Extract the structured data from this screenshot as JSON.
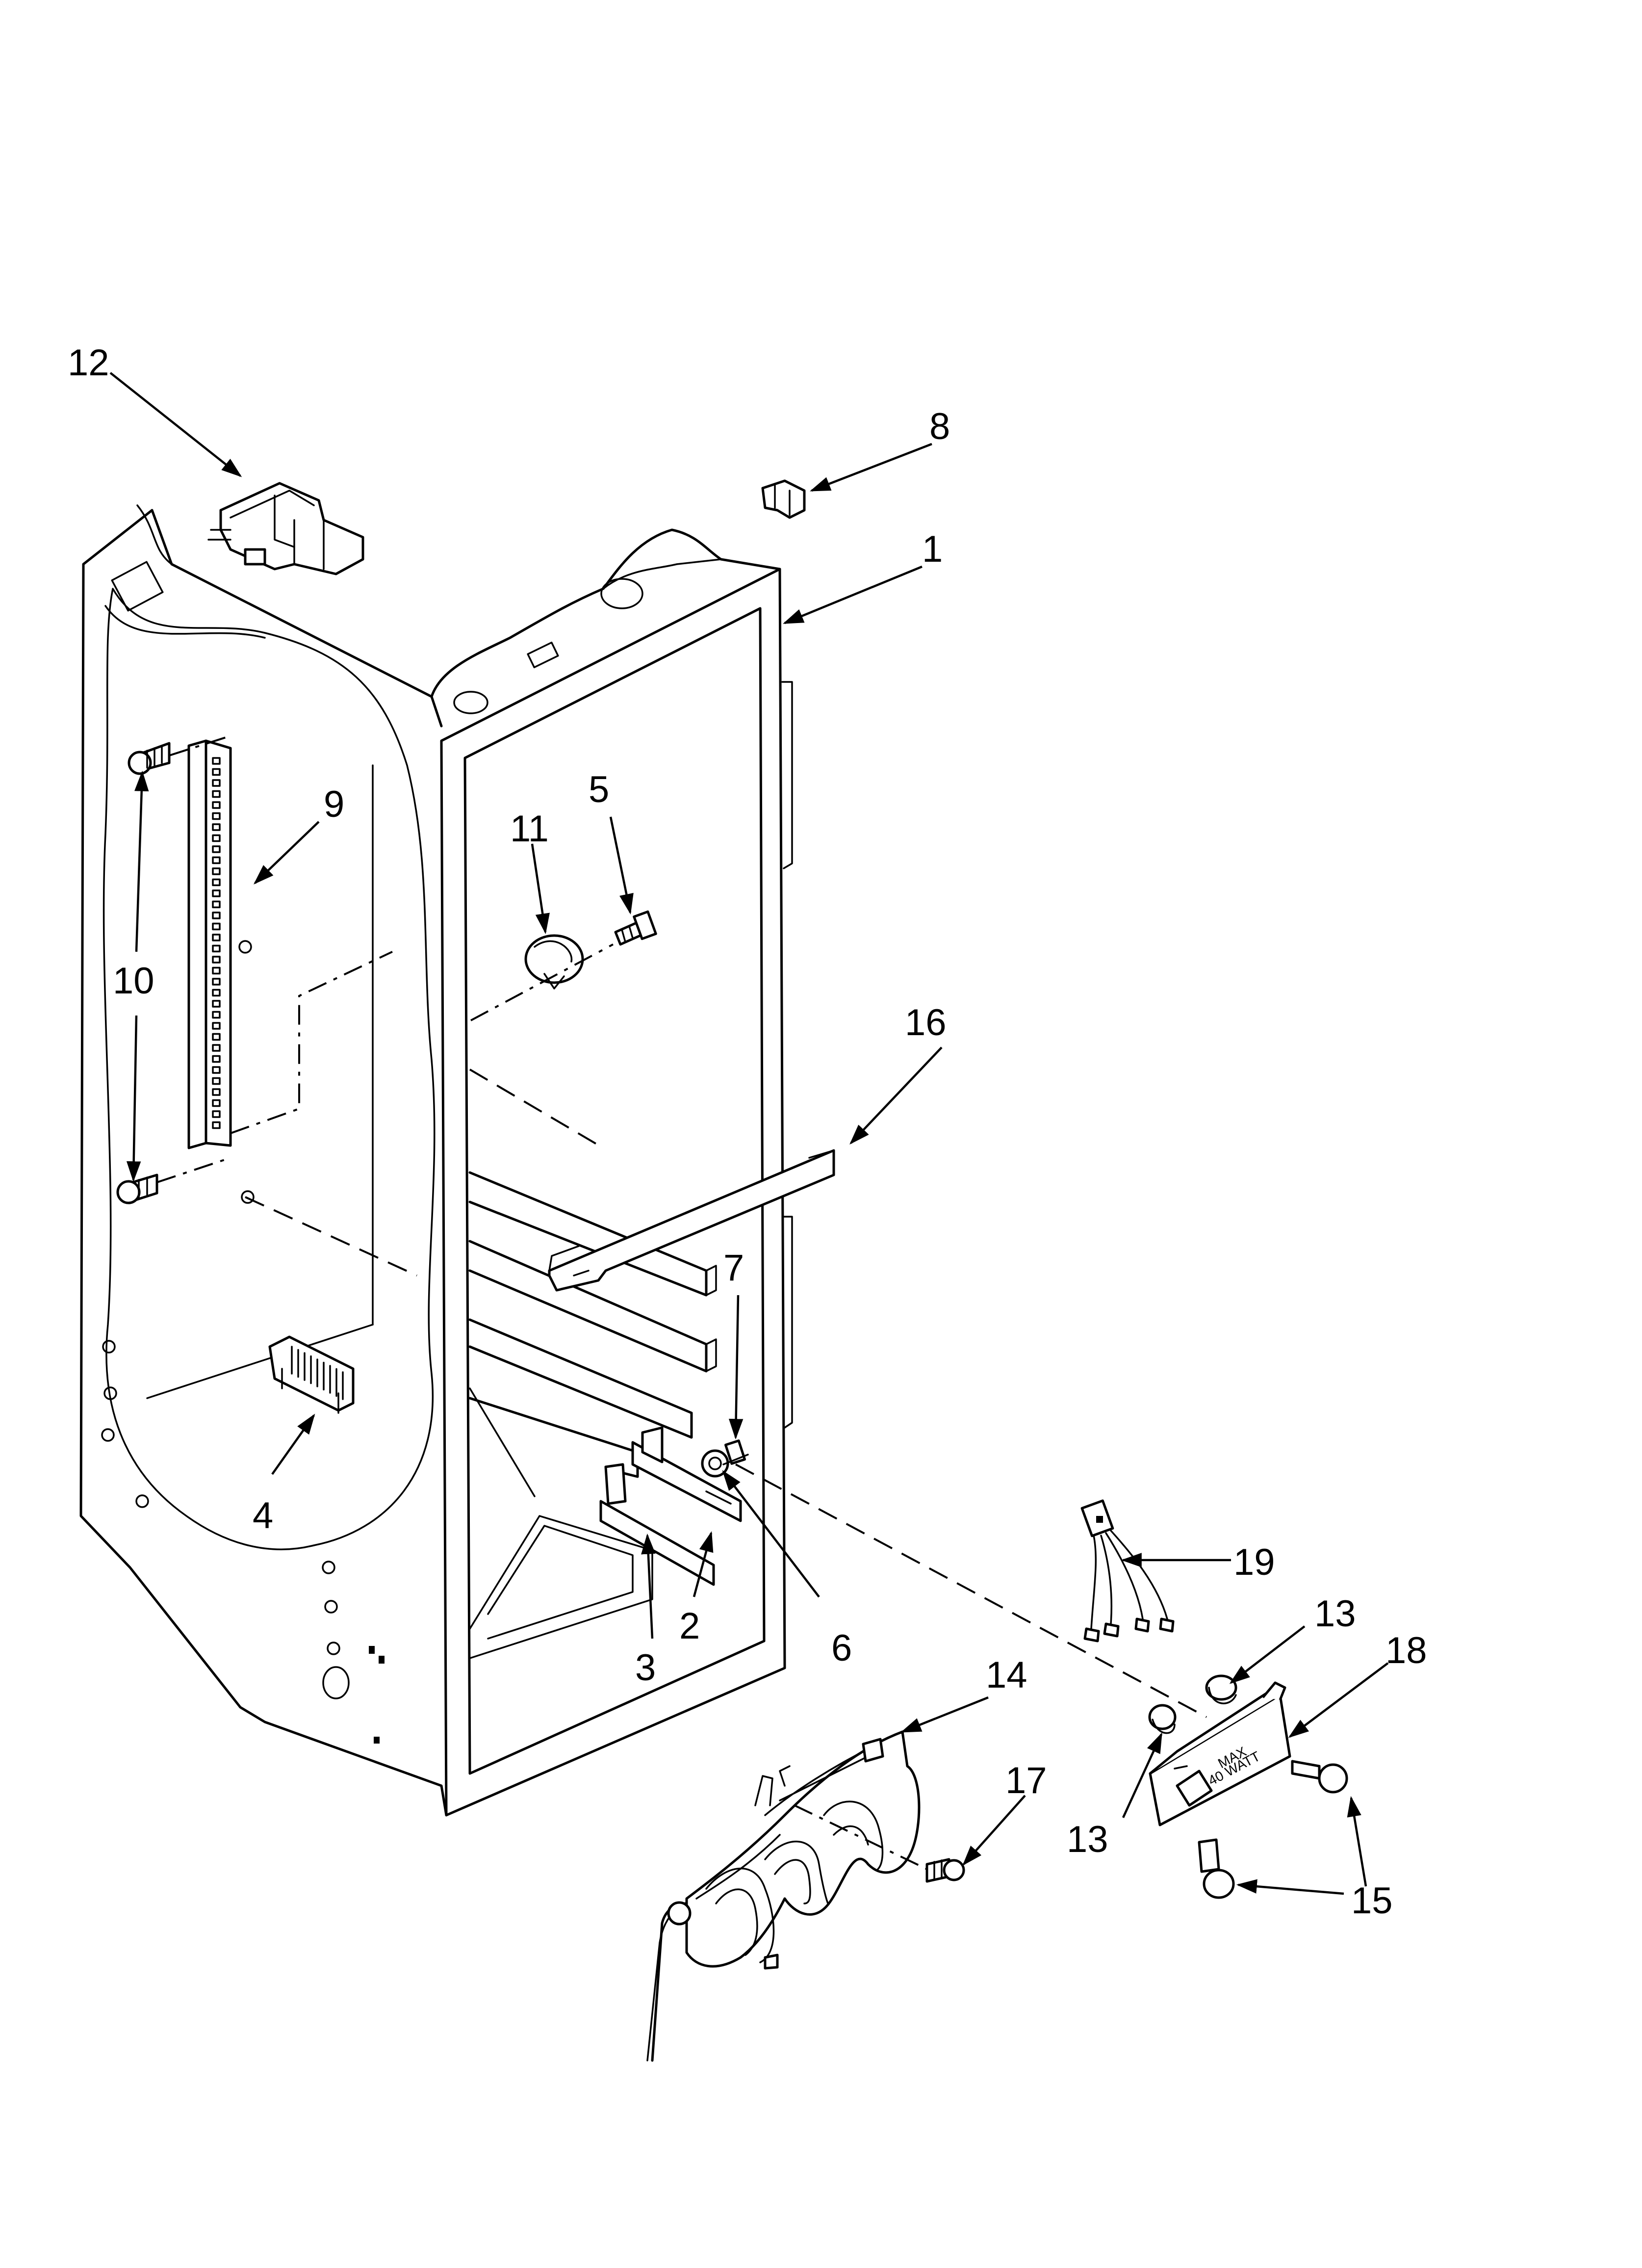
{
  "diagram": {
    "callouts": [
      {
        "id": "c1",
        "label": "1"
      },
      {
        "id": "c2",
        "label": "2"
      },
      {
        "id": "c3",
        "label": "3"
      },
      {
        "id": "c4",
        "label": "4"
      },
      {
        "id": "c5",
        "label": "5"
      },
      {
        "id": "c6",
        "label": "6"
      },
      {
        "id": "c7",
        "label": "7"
      },
      {
        "id": "c8",
        "label": "8"
      },
      {
        "id": "c9",
        "label": "9"
      },
      {
        "id": "c10",
        "label": "10"
      },
      {
        "id": "c11",
        "label": "11"
      },
      {
        "id": "c12",
        "label": "12"
      },
      {
        "id": "c13a",
        "label": "13"
      },
      {
        "id": "c13b",
        "label": "13"
      },
      {
        "id": "c14",
        "label": "14"
      },
      {
        "id": "c15",
        "label": "15"
      },
      {
        "id": "c16",
        "label": "16"
      },
      {
        "id": "c17",
        "label": "17"
      },
      {
        "id": "c18",
        "label": "18"
      },
      {
        "id": "c19",
        "label": "19"
      }
    ],
    "light_socket_marking": {
      "line1": "MAX",
      "line2": "40 WATT"
    },
    "colors": {
      "ink": "#000000",
      "paper": "#ffffff"
    }
  }
}
